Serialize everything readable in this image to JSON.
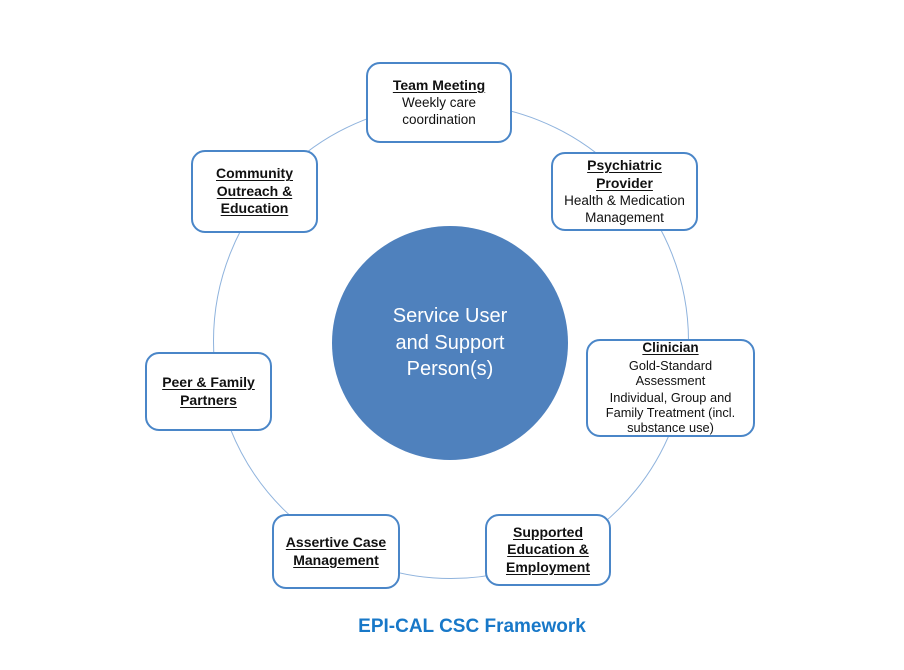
{
  "diagram": {
    "caption": "EPI-CAL CSC Framework",
    "center": {
      "label": "Service User and Support Person(s)"
    },
    "nodes": [
      {
        "id": "team-meeting",
        "title": "Team Meeting",
        "body": "Weekly care coordination"
      },
      {
        "id": "psychiatric-provider",
        "title": "Psychiatric Provider",
        "body": "Health & Medication Management"
      },
      {
        "id": "clinician",
        "title": "Clinician",
        "body": "Gold-Standard Assessment",
        "body2": "Individual, Group and Family Treatment (incl. substance use)"
      },
      {
        "id": "supported-education-employment",
        "title": "Supported Education & Employment",
        "body": ""
      },
      {
        "id": "assertive-case-management",
        "title": "Assertive Case Management",
        "body": ""
      },
      {
        "id": "peer-family-partners",
        "title": "Peer & Family Partners",
        "body": ""
      },
      {
        "id": "community-outreach-education",
        "title": "Community Outreach & Education",
        "body": ""
      }
    ],
    "colors": {
      "center_circle_fill": "#4f81bd",
      "center_text": "#ffffff",
      "box_border": "#4a86c8",
      "box_background": "#ffffff",
      "orbit_ring": "#8fb3dd",
      "caption_text": "#1878c8",
      "body_text": "#111111"
    }
  }
}
